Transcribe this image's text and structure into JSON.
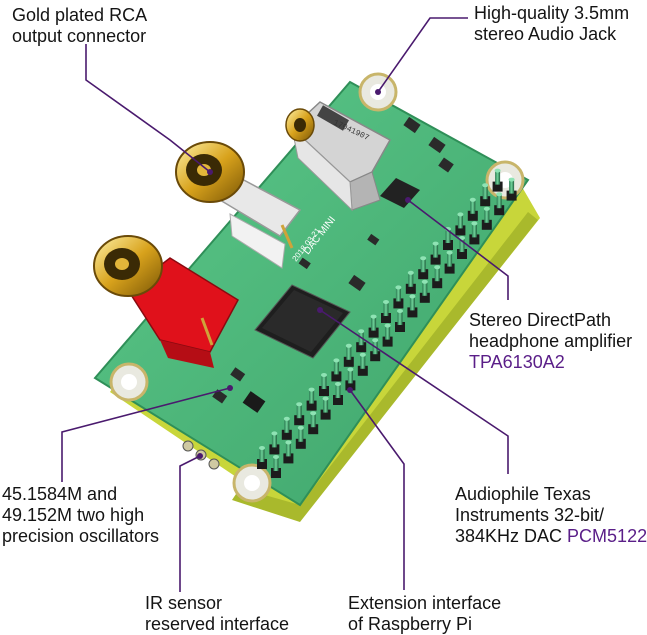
{
  "callouts": {
    "rca": {
      "line1": "Gold plated RCA",
      "line2": "output connector"
    },
    "jack": {
      "line1": "High-quality 3.5mm",
      "line2": "stereo Audio Jack"
    },
    "amp": {
      "line1": "Stereo DirectPath",
      "line2": "headphone amplifier",
      "chip": "TPA6130A2"
    },
    "osc": {
      "line1": "45.1584M and",
      "line2": "49.152M two high",
      "line3": "precision oscillators"
    },
    "dac": {
      "line1": "Audiophile Texas",
      "line2": "Instruments 32-bit/",
      "line3_prefix": "384KHz DAC ",
      "chip": "PCM5122"
    },
    "ir": {
      "line1": "IR sensor",
      "line2": "reserved interface"
    },
    "gpio": {
      "line1": "Extension interface",
      "line2": "of Raspberry Pi"
    }
  },
  "board": {
    "silk_name": "DAC MINI",
    "silk_date": "2018.03.21",
    "jack_marking": "17041907",
    "pcb_color": "#4fb87a",
    "pcb_edge_color": "#c8d63a",
    "leader_color": "#4a1a6e",
    "accent_color": "#5a1e88"
  }
}
